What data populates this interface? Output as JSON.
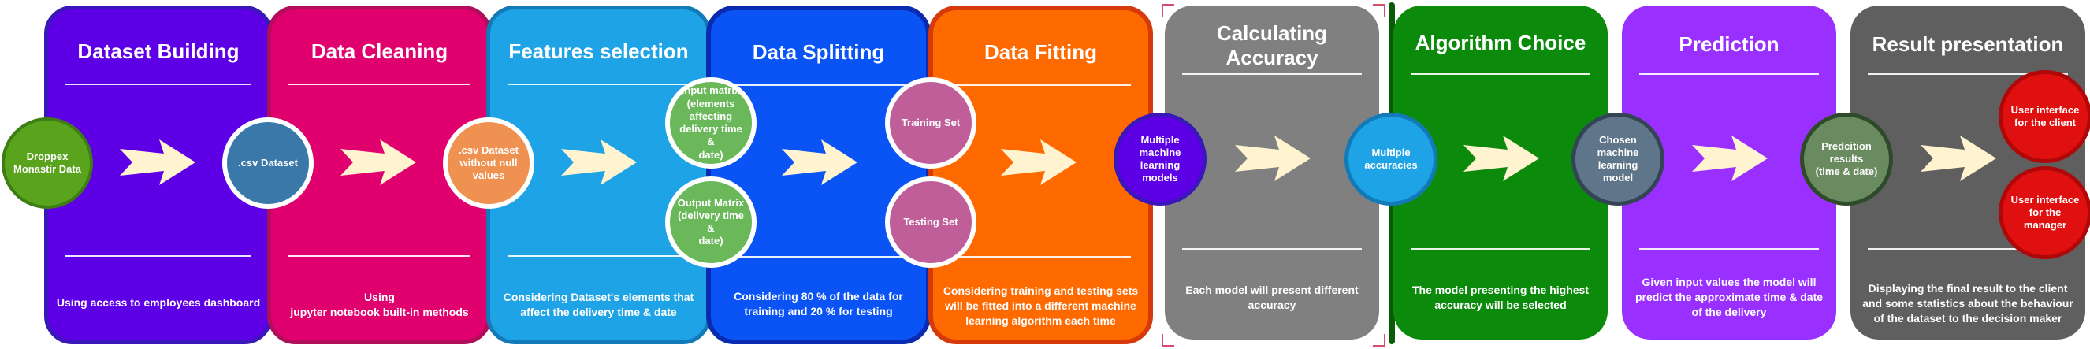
{
  "stages": [
    {
      "id": "dataset-building",
      "title": "Dataset Building",
      "description": "Using access to employees dashboard",
      "color": "#5d00e6",
      "border": "#3a17b8"
    },
    {
      "id": "data-cleaning",
      "title": "Data Cleaning",
      "description": "Using\njupyter notebook built-in methods",
      "color": "#e0006e",
      "border": "#b00d5a"
    },
    {
      "id": "features-selection",
      "title": "Features selection",
      "description": "Considering Dataset's elements that affect the delivery time & date",
      "color": "#1ea3e6",
      "border": "#127ab7"
    },
    {
      "id": "data-splitting",
      "title": "Data Splitting",
      "description": "Considering 80 % of the data for training and 20 % for testing",
      "color": "#0a54f5",
      "border": "#0a2bb0"
    },
    {
      "id": "data-fitting",
      "title": "Data Fitting",
      "description": "Considering training and testing sets will be fitted into a different machine learning algorithm each time",
      "color": "#ff6a00",
      "border": "#d73a0a"
    },
    {
      "id": "calculating-accuracy",
      "title": "Calculating\nAccuracy",
      "description": "Each model will present different accuracy",
      "color": "#808080",
      "border": "#808080"
    },
    {
      "id": "algorithm-choice",
      "title": "Algorithm Choice",
      "description": "The model presenting the highest accuracy will be selected",
      "color": "#0b8a0b",
      "border": "#06720a"
    },
    {
      "id": "prediction",
      "title": "Prediction",
      "description": "Given input values the model will predict the approximate time & date of the delivery",
      "color": "#9a30ff",
      "border": "#9a30ff"
    },
    {
      "id": "result-presentation",
      "title": "Result presentation",
      "description": "Displaying the final result to the client and some statistics about the behaviour of the dataset to the decision maker",
      "color": "#5f5f5f",
      "border": "#5f5f5f"
    }
  ],
  "nodes": [
    {
      "id": "droppex-monastir-data",
      "label": "Droppex\nMonastir Data",
      "color": "#5aa31c",
      "border": "#3d7e12"
    },
    {
      "id": "csv-dataset",
      "label": ".csv Dataset",
      "color": "#3a78aa",
      "border": "#ffffff"
    },
    {
      "id": "csv-dataset-no-null",
      "label": ".csv Dataset\nwithout null\nvalues",
      "color": "#ef9150",
      "border": "#ffffff"
    },
    {
      "id": "input-matrix",
      "label": "Input matrix\n(elements\naffecting\ndelivery time &\ndate)",
      "color": "#6ab85a",
      "border": "#ffffff"
    },
    {
      "id": "output-matrix",
      "label": "Output Matrix\n(delivery time &\ndate)",
      "color": "#6ab85a",
      "border": "#ffffff"
    },
    {
      "id": "training-set",
      "label": "Training Set",
      "color": "#bf5e98",
      "border": "#ffffff"
    },
    {
      "id": "testing-set",
      "label": "Testing Set",
      "color": "#bf5e98",
      "border": "#ffffff"
    },
    {
      "id": "multiple-ml-models",
      "label": "Multiple\nmachine\nlearning\nmodels",
      "color": "#5d00e6",
      "border": "#3a17b8"
    },
    {
      "id": "multiple-accuracies",
      "label": "Multiple\naccuracies",
      "color": "#1ea3e6",
      "border": "#127ab7"
    },
    {
      "id": "chosen-ml-model",
      "label": "Chosen machine\nlearning\nmodel",
      "color": "#5f7589",
      "border": "#334455"
    },
    {
      "id": "prediction-results",
      "label": "Predcition\nresults\n(time & date)",
      "color": "#6a8a5f",
      "border": "#2e4a2a"
    },
    {
      "id": "ui-client",
      "label": "User interface\nfor the client",
      "color": "#e01010",
      "border": "#b00808"
    },
    {
      "id": "ui-manager",
      "label": "User interface\nfor the manager",
      "color": "#e01010",
      "border": "#b00808"
    }
  ],
  "arrow_color": "#fff3d0"
}
